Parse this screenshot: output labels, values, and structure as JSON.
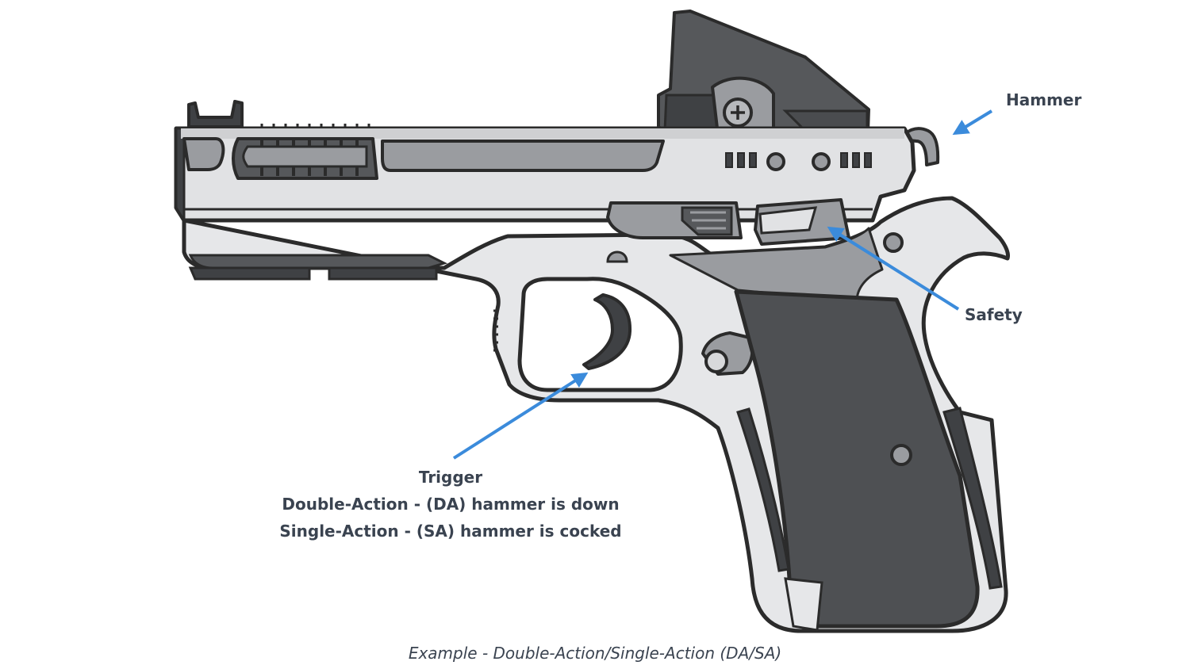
{
  "labels": {
    "hammer": "Hammer",
    "safety": "Safety",
    "trigger_title": "Trigger",
    "trigger_line_da": "Double-Action - (DA) hammer is down",
    "trigger_line_sa": "Single-Action - (SA) hammer is cocked"
  },
  "caption": "Example - Double-Action/Single-Action (DA/SA)",
  "colors": {
    "outline": "#2b2b2b",
    "frame": "#e6e7e9",
    "slide": "#e1e2e4",
    "inset_gray": "#9a9ca0",
    "dark_gray": "#56585b",
    "grip": "#4e5053",
    "arrow": "#3b8bdb",
    "text": "#3a4350"
  }
}
